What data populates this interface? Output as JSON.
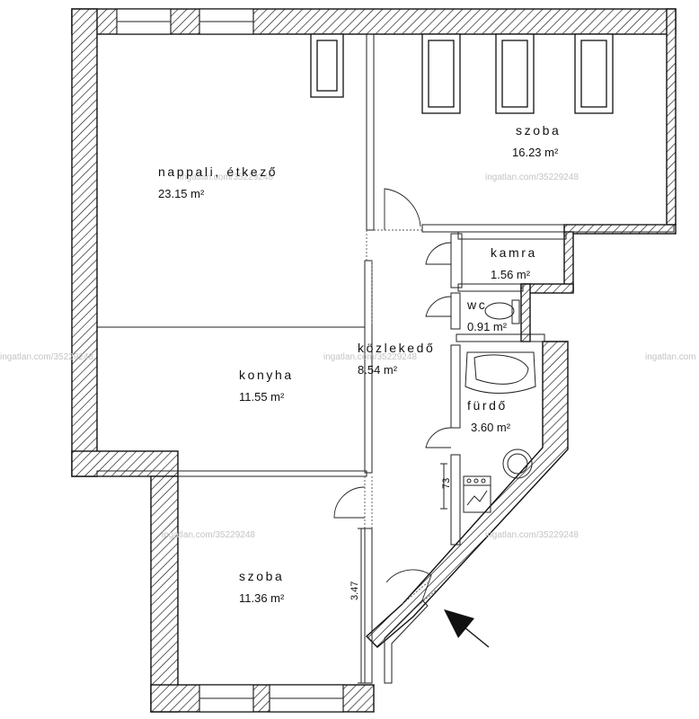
{
  "rooms": {
    "nappali": {
      "name": "nappali, étkező",
      "area": "23.15 m²"
    },
    "szoba_top": {
      "name": "szoba",
      "area": "16.23 m²"
    },
    "kamra": {
      "name": "kamra",
      "area": "1.56 m²"
    },
    "wc": {
      "name": "wc",
      "area": "0.91 m²"
    },
    "kozlekedo": {
      "name": "közlekedő",
      "area": "8.54 m²"
    },
    "konyha": {
      "name": "konyha",
      "area": "11.55 m²"
    },
    "furdo": {
      "name": "fürdő",
      "area": "3.60 m²"
    },
    "szoba_bottom": {
      "name": "szoba",
      "area": "11.36 m²"
    }
  },
  "dimensions": {
    "hall_height": "3.47",
    "wall_offset": "73"
  },
  "watermark": {
    "site": "ingatlan.com",
    "listing": "ingatlan.com/35229248"
  },
  "colors": {
    "line": "#111111",
    "watermark": "#c4c4c4",
    "background": "#ffffff"
  },
  "icons": {
    "entrance": "entrance-arrow-icon",
    "stove": "stove-icon",
    "bathtub": "bathtub-icon",
    "toilet": "toilet-icon",
    "boiler": "boiler-icon"
  }
}
